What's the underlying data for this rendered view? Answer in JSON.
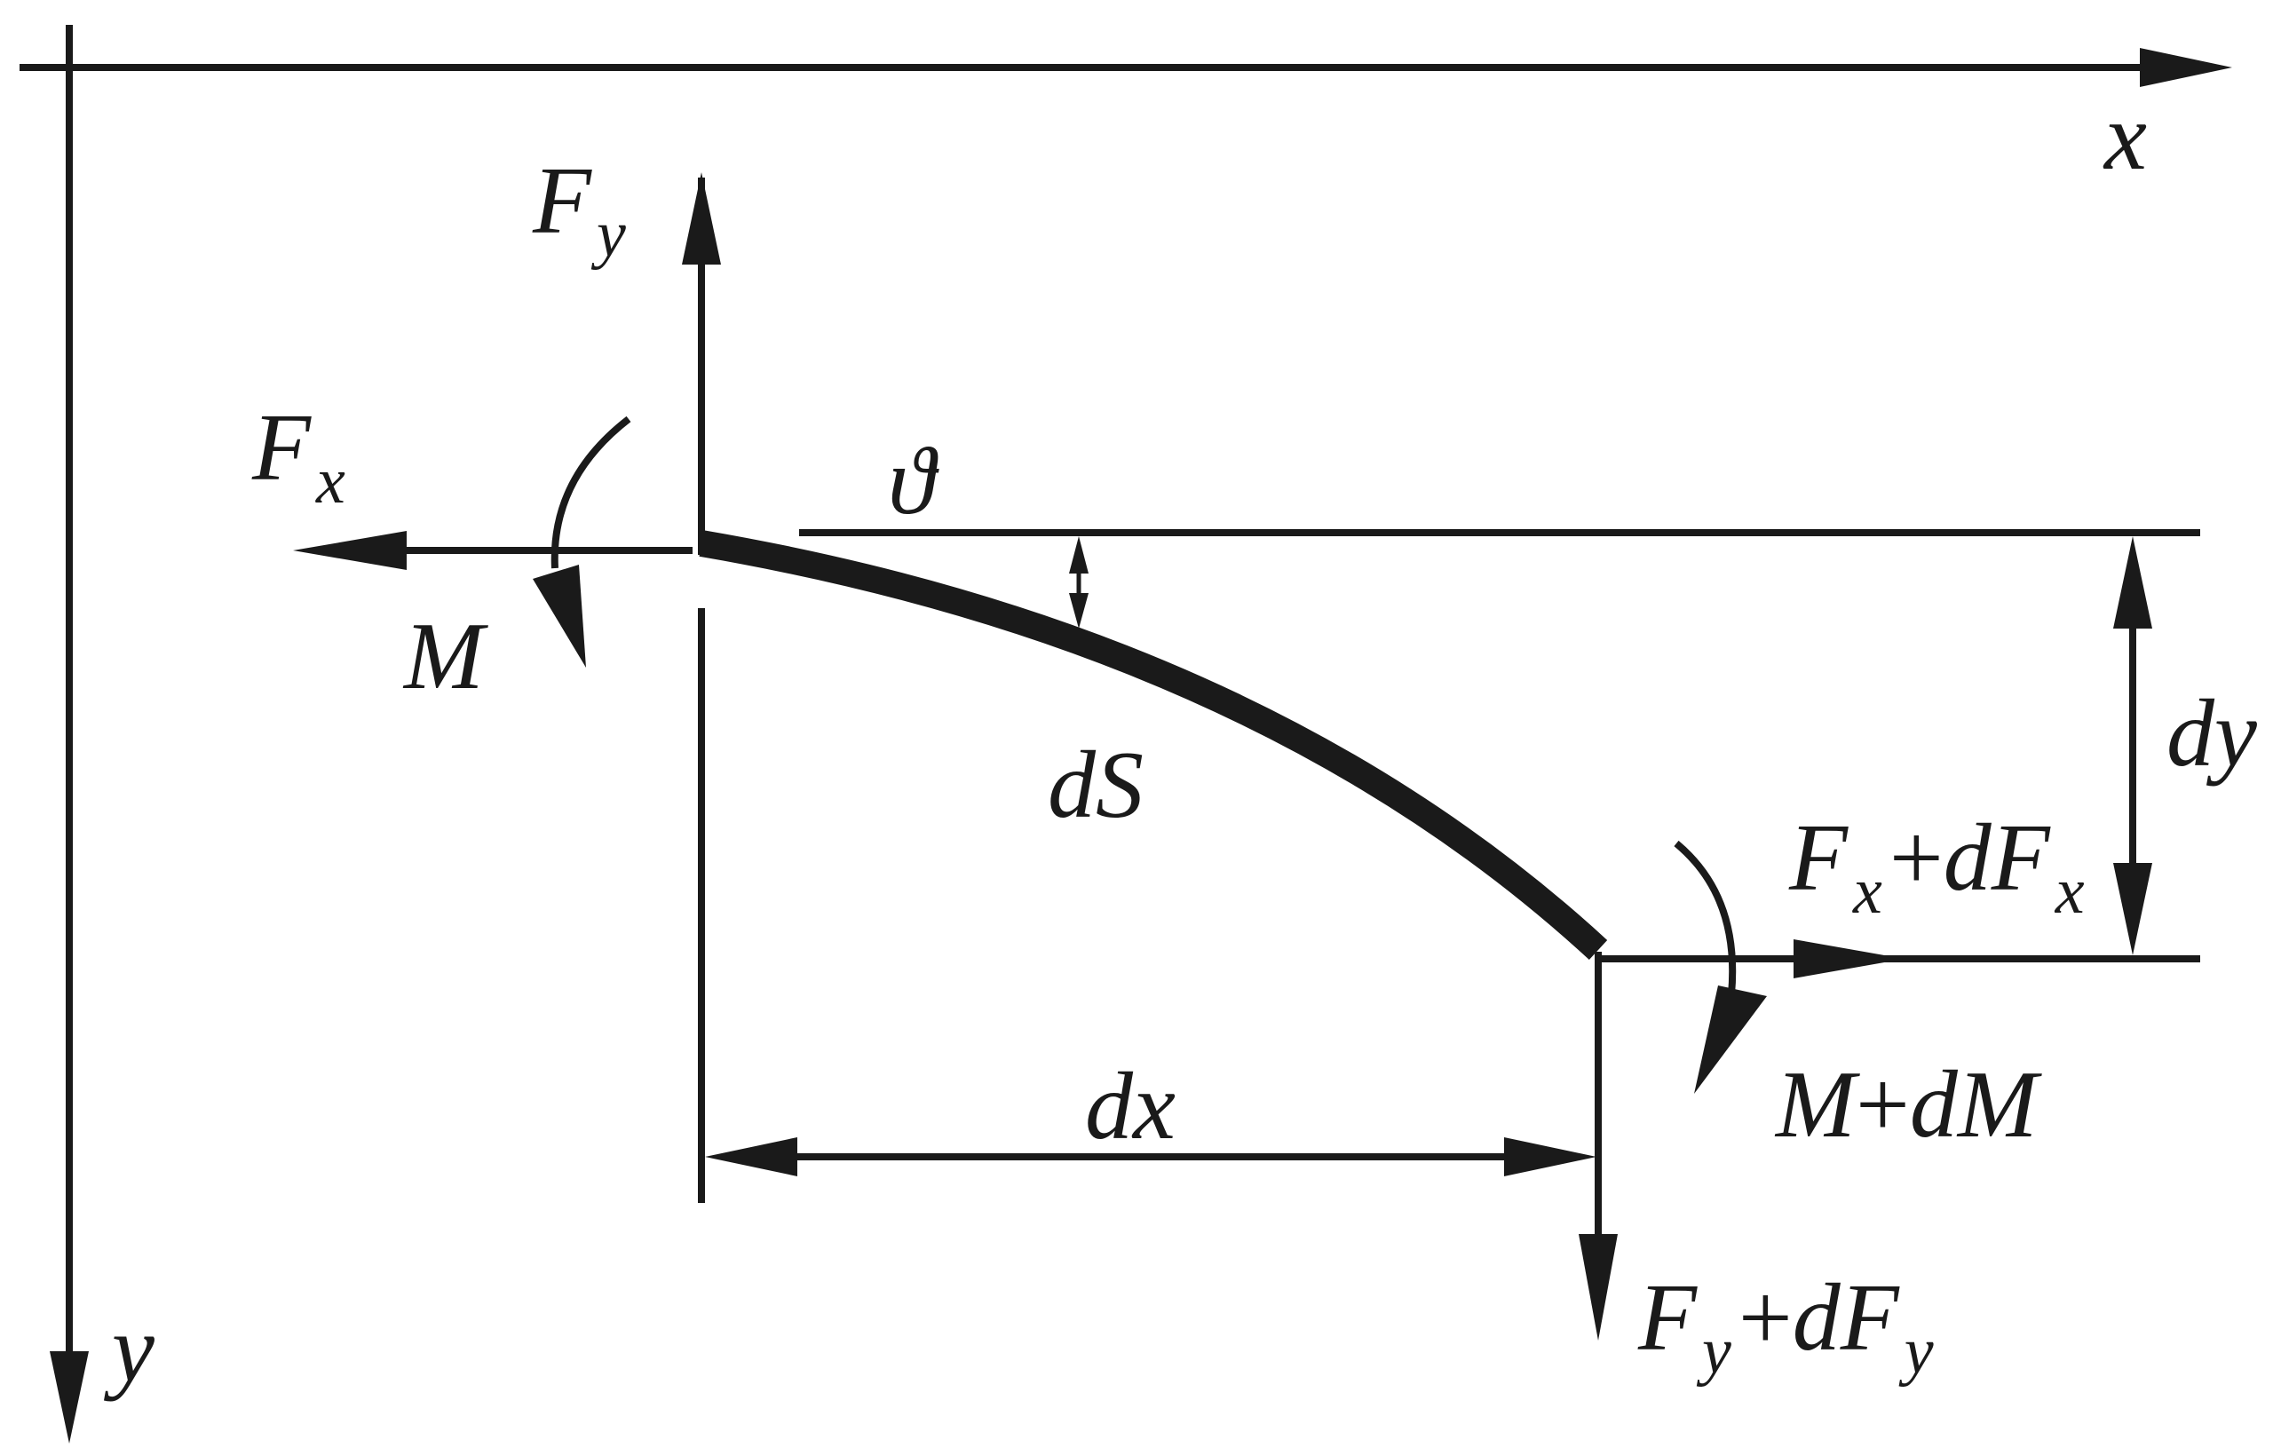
{
  "axes": {
    "x_label": "x",
    "y_label": "y"
  },
  "element": {
    "arc_label": "dS",
    "angle_label": "ϑ"
  },
  "left_end": {
    "fy": {
      "main": "F",
      "sub": "y"
    },
    "fx": {
      "main": "F",
      "sub": "x"
    },
    "moment": "M"
  },
  "right_end": {
    "fx": {
      "main": "F",
      "sub": "x",
      "plus": "+",
      "d": "dF",
      "sub2": "x"
    },
    "moment": {
      "a": "M",
      "plus": "+",
      "b": "dM"
    },
    "fy": {
      "main": "F",
      "sub": "y",
      "plus": "+",
      "d": "dF",
      "sub2": "y"
    }
  },
  "dimensions": {
    "dx": "dx",
    "dy": "dy"
  },
  "colors": {
    "ink": "#1a1a1a",
    "background": "#ffffff"
  }
}
